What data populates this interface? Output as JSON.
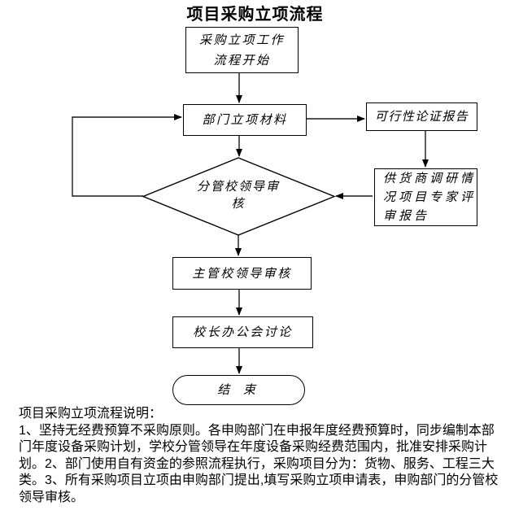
{
  "title": "项目采购立项流程",
  "flowchart": {
    "nodes": {
      "start": {
        "label": "采购立项工作\n流程开始"
      },
      "dept_materials": {
        "label": "部门立项材料"
      },
      "feasibility_report": {
        "label": "可行性论证报告"
      },
      "supplier_review": {
        "label": "供货商调研情\n况项目专家评\n审报告"
      },
      "branch_leader_review": {
        "label": "分管校领导审\n核"
      },
      "chief_leader_review": {
        "label": "主管校领导审核"
      },
      "principal_meeting": {
        "label": "校长办公会讨论"
      },
      "end": {
        "label": "结 束"
      }
    },
    "line_color": "#1a1a1a"
  },
  "notes": {
    "heading": "项目采购立项流程说明：",
    "body": "1、坚持无经费预算不采购原则。各申购部门在申报年度经费预算时，同步编制本部门年度设备采购计划，学校分管领导在年度设备采购经费范围内，批准安排采购计划。2、部门使用自有资金的参照流程执行，采购项目分为：货物、服务、工程三大类。3、所有采购项目立项由申购部门提出,填写采购立项申请表，申购部门的分管校领导审核。"
  }
}
